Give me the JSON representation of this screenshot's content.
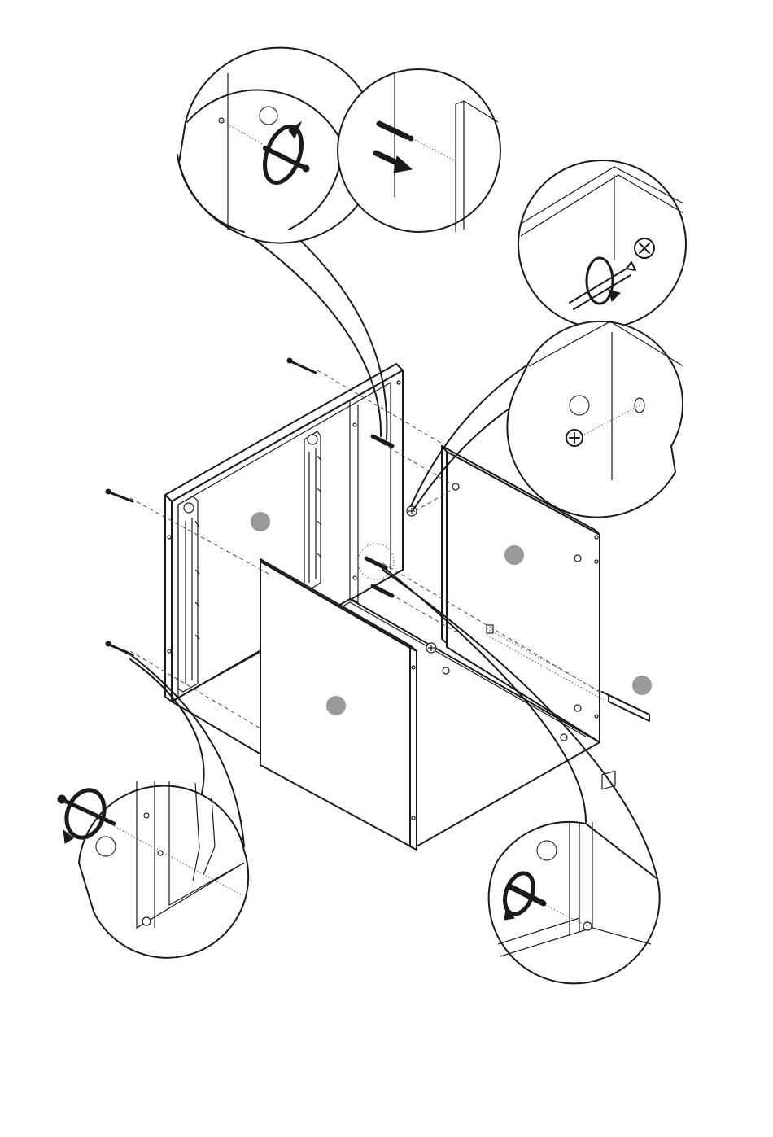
{
  "diagram": {
    "kind": "assembly-instruction",
    "colors": {
      "line": "#1a1a1a",
      "part_marker": "#9a9a9a",
      "background": "#ffffff"
    },
    "part_markers": [
      "back-panel",
      "right-side-panel",
      "front-side-panel",
      "rail"
    ],
    "callouts": [
      "cam-lock-rotate",
      "dowel-insert",
      "screwdriver-tighten",
      "cam-lock-insert",
      "screw-left",
      "cam-lock-bottom"
    ],
    "icons": [
      "rotate-arrow-icon",
      "push-arrow-icon",
      "phillips-screw-icon",
      "screwdriver-icon"
    ]
  }
}
